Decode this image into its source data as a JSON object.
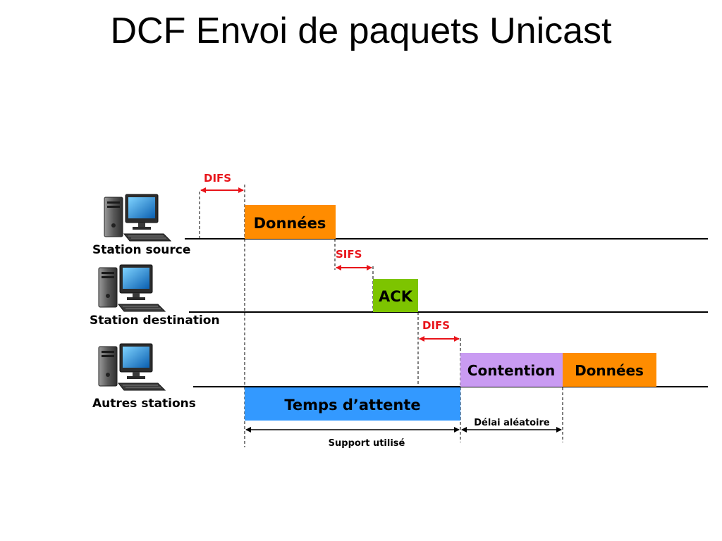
{
  "title": "DCF Envoi de paquets Unicast",
  "stations": {
    "source": "Station source",
    "destination": "Station destination",
    "others": "Autres stations"
  },
  "intervals": {
    "difs_1": "DIFS",
    "sifs": "SIFS",
    "difs_2": "DIFS"
  },
  "frames": {
    "data_1": "Données",
    "ack": "ACK",
    "contention": "Contention",
    "data_2": "Données",
    "wait": "Temps d’attente"
  },
  "durations": {
    "random_delay": "Délai aléatoire",
    "medium_busy": "Support utilisé"
  },
  "colors": {
    "data": "#FF8C00",
    "ack": "#7DC400",
    "contention": "#C99BF2",
    "wait": "#3399FF",
    "interval_arrow": "#E8141A",
    "interval_text": "#E8141A"
  },
  "icons": {
    "station_icon": "desktop-computer-icon"
  }
}
